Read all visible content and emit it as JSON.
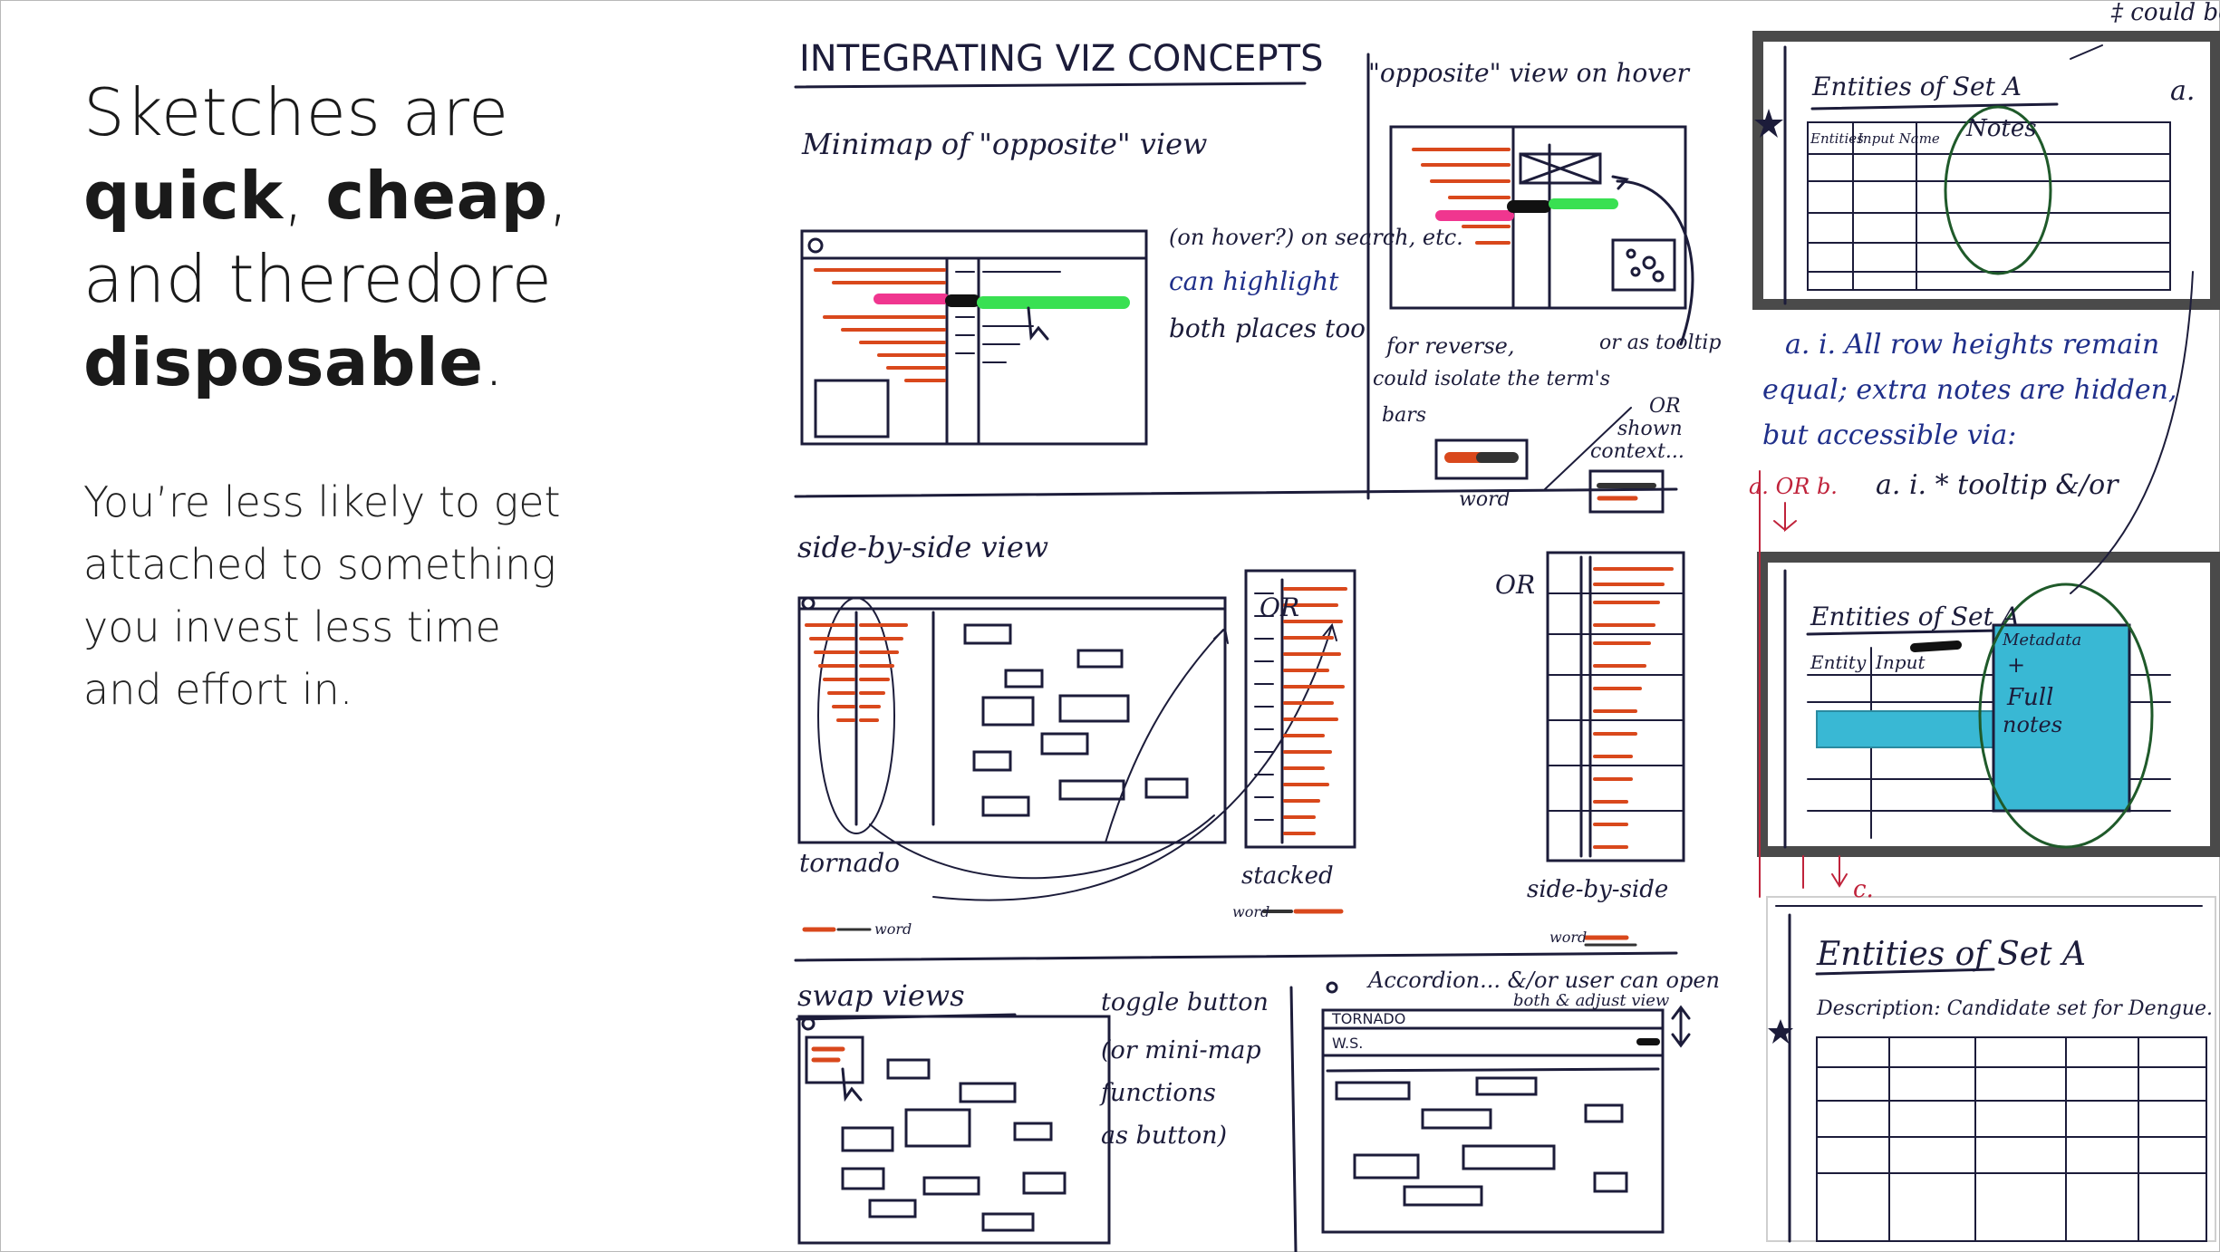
{
  "headline": {
    "line1": "Sketches are",
    "word_quick": "quick",
    "sep1": ", ",
    "word_cheap": "cheap",
    "sep2": ",",
    "line3": "and theredore",
    "word_disposable": "disposable",
    "end": "."
  },
  "body": "You’re less likely to get attached to something you invest less time and effort in.",
  "sketch": {
    "title": "INTEGRATING VIZ CONCEPTS",
    "hover_title": "\"opposite\" view on hover",
    "minimap_title": "Minimap of \"opposite\" view",
    "note_highlight_1": "(on hover?) on search, etc.",
    "note_highlight_2": "can highlight",
    "note_highlight_3": "both places too",
    "note_reverse_1": "for reverse,",
    "note_reverse_2": "could isolate the term's",
    "note_reverse_3": "bars",
    "note_tooltip": "or as tooltip",
    "note_context_1": "OR",
    "note_context_2": "shown",
    "note_context_3": "context...",
    "note_word": "word",
    "sbs_title": "side-by-side view",
    "or_1": "OR",
    "or_2": "OR",
    "label_tornado": "tornado",
    "label_stacked": "stacked",
    "label_sbs": "side-by-side",
    "label_word_1": "word",
    "label_word_2": "word",
    "label_word_3": "word",
    "swap_title": "swap views",
    "toggle_1": "toggle button",
    "toggle_2": "(or mini-map",
    "toggle_3": "functions",
    "toggle_4": "as button)",
    "accordion_1": "Accordion... &/or user can open",
    "accordion_2": "both & adjust view",
    "accordion_tornado": "TORNADO",
    "accordion_ws": "W.S.",
    "note_could_be": "‡ could be",
    "table1_title": "Entities of Set A",
    "table1_col1": "Entities",
    "table1_col2": "Input Name",
    "table1_col3": "Notes",
    "note_a_i_1": "a. i. All row heights remain",
    "note_a_i_2": "equal; extra notes are hidden,",
    "note_a_i_3": "but accessible via:",
    "note_a_i_4": "a. i. * tooltip &/or",
    "note_a": "a.",
    "note_a_or_b": "a. OR b.",
    "table2_title": "Entities of Set A",
    "table2_col1": "Entity",
    "table2_col2": "Input",
    "table2_meta_1": "Metadata",
    "table2_meta_2": "+",
    "table2_meta_3": "Full",
    "table2_meta_4": "notes",
    "note_c": "c.",
    "table3_title": "Entities of Set A",
    "table3_desc": "Description: Candidate set for Dengue."
  },
  "colors": {
    "ink": "#1c1c3a",
    "red_marker": "#d9481c",
    "green_marker": "#39e052",
    "pink_marker": "#f0368f",
    "cyan_marker": "#39b8d4",
    "gray_marker": "#4a4a4a"
  }
}
